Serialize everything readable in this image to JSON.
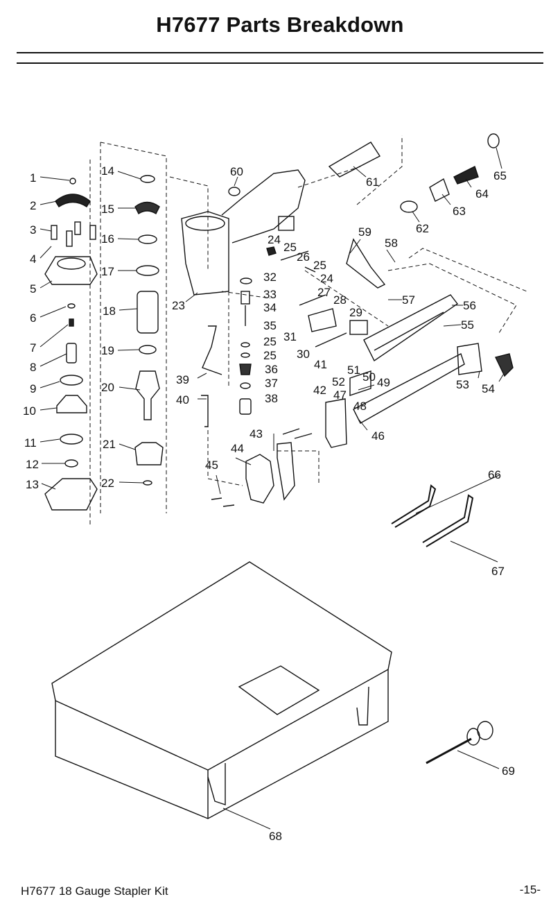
{
  "page": {
    "title": "H7677 Parts Breakdown",
    "footer_left": "H7677 18 Gauge Stapler Kit",
    "footer_right": "-15-"
  },
  "callouts": [
    "1",
    "2",
    "3",
    "4",
    "5",
    "6",
    "7",
    "8",
    "9",
    "10",
    "11",
    "12",
    "13",
    "14",
    "15",
    "16",
    "17",
    "18",
    "19",
    "20",
    "21",
    "22",
    "23",
    "24",
    "25",
    "26",
    "27",
    "28",
    "29",
    "30",
    "31",
    "32",
    "33",
    "34",
    "35",
    "36",
    "37",
    "38",
    "39",
    "40",
    "41",
    "42",
    "43",
    "44",
    "45",
    "46",
    "47",
    "48",
    "49",
    "50",
    "51",
    "52",
    "53",
    "54",
    "55",
    "56",
    "57",
    "58",
    "59",
    "60",
    "61",
    "62",
    "63",
    "64",
    "65",
    "66",
    "67",
    "68",
    "69"
  ],
  "colors": {
    "ink": "#111111",
    "paper": "#ffffff"
  }
}
